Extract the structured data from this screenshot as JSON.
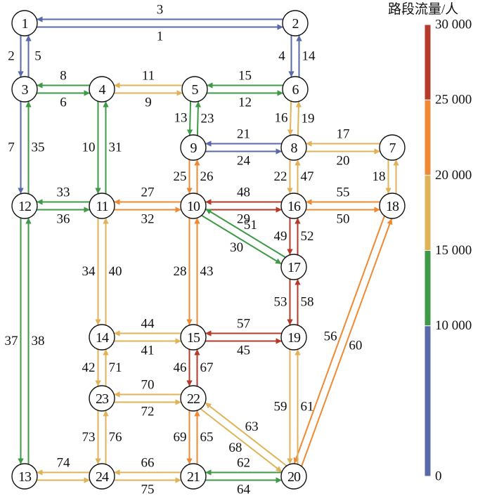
{
  "legend": {
    "title": "路段流量/人",
    "bins": [
      {
        "min": 0,
        "max": 10000,
        "color": "#5a6aa8"
      },
      {
        "min": 10000,
        "max": 15000,
        "color": "#3f9a47"
      },
      {
        "min": 15000,
        "max": 20000,
        "color": "#e0b358"
      },
      {
        "min": 20000,
        "max": 25000,
        "color": "#ee8a33"
      },
      {
        "min": 25000,
        "max": 30000,
        "color": "#b43a2b"
      }
    ],
    "ticks": [
      "0",
      "10 000",
      "15 000",
      "20 000",
      "25 000",
      "30 000"
    ]
  },
  "nodes": [
    "1",
    "2",
    "3",
    "4",
    "5",
    "6",
    "7",
    "8",
    "9",
    "10",
    "11",
    "12",
    "13",
    "14",
    "15",
    "16",
    "17",
    "18",
    "19",
    "20",
    "21",
    "22",
    "23",
    "24"
  ],
  "edges": [
    {
      "id": "1",
      "from": 1,
      "to": 2,
      "bin": 0
    },
    {
      "id": "2",
      "from": 1,
      "to": 3,
      "bin": 0
    },
    {
      "id": "3",
      "from": 2,
      "to": 1,
      "bin": 0
    },
    {
      "id": "4",
      "from": 2,
      "to": 6,
      "bin": 0
    },
    {
      "id": "5",
      "from": 3,
      "to": 1,
      "bin": 0
    },
    {
      "id": "6",
      "from": 3,
      "to": 4,
      "bin": 1
    },
    {
      "id": "7",
      "from": 3,
      "to": 12,
      "bin": 0
    },
    {
      "id": "8",
      "from": 4,
      "to": 3,
      "bin": 1
    },
    {
      "id": "9",
      "from": 4,
      "to": 5,
      "bin": 2
    },
    {
      "id": "10",
      "from": 4,
      "to": 11,
      "bin": 1
    },
    {
      "id": "11",
      "from": 5,
      "to": 4,
      "bin": 2
    },
    {
      "id": "12",
      "from": 5,
      "to": 6,
      "bin": 1
    },
    {
      "id": "13",
      "from": 5,
      "to": 9,
      "bin": 1
    },
    {
      "id": "14",
      "from": 6,
      "to": 2,
      "bin": 0
    },
    {
      "id": "15",
      "from": 6,
      "to": 5,
      "bin": 1
    },
    {
      "id": "16",
      "from": 6,
      "to": 8,
      "bin": 2
    },
    {
      "id": "17",
      "from": 7,
      "to": 8,
      "bin": 2
    },
    {
      "id": "18",
      "from": 7,
      "to": 18,
      "bin": 2
    },
    {
      "id": "19",
      "from": 8,
      "to": 6,
      "bin": 2
    },
    {
      "id": "20",
      "from": 8,
      "to": 7,
      "bin": 2
    },
    {
      "id": "21",
      "from": 8,
      "to": 9,
      "bin": 0
    },
    {
      "id": "22",
      "from": 8,
      "to": 16,
      "bin": 2
    },
    {
      "id": "23",
      "from": 9,
      "to": 5,
      "bin": 1
    },
    {
      "id": "24",
      "from": 9,
      "to": 8,
      "bin": 0
    },
    {
      "id": "25",
      "from": 9,
      "to": 10,
      "bin": 3
    },
    {
      "id": "26",
      "from": 10,
      "to": 9,
      "bin": 3
    },
    {
      "id": "27",
      "from": 10,
      "to": 11,
      "bin": 3
    },
    {
      "id": "28",
      "from": 10,
      "to": 15,
      "bin": 3
    },
    {
      "id": "29",
      "from": 10,
      "to": 16,
      "bin": 4
    },
    {
      "id": "30",
      "from": 10,
      "to": 17,
      "bin": 1
    },
    {
      "id": "31",
      "from": 11,
      "to": 4,
      "bin": 1
    },
    {
      "id": "32",
      "from": 11,
      "to": 10,
      "bin": 3
    },
    {
      "id": "33",
      "from": 11,
      "to": 12,
      "bin": 1
    },
    {
      "id": "34",
      "from": 11,
      "to": 14,
      "bin": 2
    },
    {
      "id": "35",
      "from": 12,
      "to": 3,
      "bin": 1
    },
    {
      "id": "36",
      "from": 12,
      "to": 11,
      "bin": 1
    },
    {
      "id": "37",
      "from": 12,
      "to": 13,
      "bin": 1
    },
    {
      "id": "38",
      "from": 13,
      "to": 12,
      "bin": 1
    },
    {
      "id": "",
      "from": 13,
      "to": 24,
      "bin": 2
    },
    {
      "id": "40",
      "from": 14,
      "to": 11,
      "bin": 2
    },
    {
      "id": "41",
      "from": 14,
      "to": 15,
      "bin": 2
    },
    {
      "id": "42",
      "from": 14,
      "to": 23,
      "bin": 2
    },
    {
      "id": "43",
      "from": 15,
      "to": 10,
      "bin": 3
    },
    {
      "id": "44",
      "from": 15,
      "to": 14,
      "bin": 2
    },
    {
      "id": "45",
      "from": 15,
      "to": 19,
      "bin": 4
    },
    {
      "id": "46",
      "from": 15,
      "to": 22,
      "bin": 4
    },
    {
      "id": "47",
      "from": 16,
      "to": 8,
      "bin": 2
    },
    {
      "id": "48",
      "from": 16,
      "to": 10,
      "bin": 4
    },
    {
      "id": "49",
      "from": 16,
      "to": 17,
      "bin": 4
    },
    {
      "id": "50",
      "from": 16,
      "to": 18,
      "bin": 3
    },
    {
      "id": "51",
      "from": 17,
      "to": 10,
      "bin": 1
    },
    {
      "id": "52",
      "from": 17,
      "to": 16,
      "bin": 4
    },
    {
      "id": "53",
      "from": 17,
      "to": 19,
      "bin": 4
    },
    {
      "id": "",
      "from": 18,
      "to": 7,
      "bin": 2
    },
    {
      "id": "55",
      "from": 18,
      "to": 16,
      "bin": 3
    },
    {
      "id": "56",
      "from": 18,
      "to": 20,
      "bin": 3
    },
    {
      "id": "57",
      "from": 19,
      "to": 15,
      "bin": 4
    },
    {
      "id": "58",
      "from": 19,
      "to": 17,
      "bin": 4
    },
    {
      "id": "59",
      "from": 19,
      "to": 20,
      "bin": 2
    },
    {
      "id": "60",
      "from": 20,
      "to": 18,
      "bin": 3
    },
    {
      "id": "61",
      "from": 20,
      "to": 19,
      "bin": 2
    },
    {
      "id": "62",
      "from": 20,
      "to": 21,
      "bin": 1
    },
    {
      "id": "63",
      "from": 20,
      "to": 22,
      "bin": 2
    },
    {
      "id": "64",
      "from": 21,
      "to": 20,
      "bin": 1
    },
    {
      "id": "65",
      "from": 21,
      "to": 22,
      "bin": 3
    },
    {
      "id": "66",
      "from": 21,
      "to": 24,
      "bin": 2
    },
    {
      "id": "67",
      "from": 22,
      "to": 15,
      "bin": 4
    },
    {
      "id": "68",
      "from": 22,
      "to": 20,
      "bin": 2
    },
    {
      "id": "69",
      "from": 22,
      "to": 21,
      "bin": 3
    },
    {
      "id": "70",
      "from": 22,
      "to": 23,
      "bin": 2
    },
    {
      "id": "71",
      "from": 23,
      "to": 14,
      "bin": 2
    },
    {
      "id": "72",
      "from": 23,
      "to": 22,
      "bin": 2
    },
    {
      "id": "73",
      "from": 23,
      "to": 24,
      "bin": 2
    },
    {
      "id": "74",
      "from": 24,
      "to": 13,
      "bin": 2
    },
    {
      "id": "75",
      "from": 24,
      "to": 21,
      "bin": 2
    },
    {
      "id": "76",
      "from": 24,
      "to": 23,
      "bin": 2
    }
  ]
}
